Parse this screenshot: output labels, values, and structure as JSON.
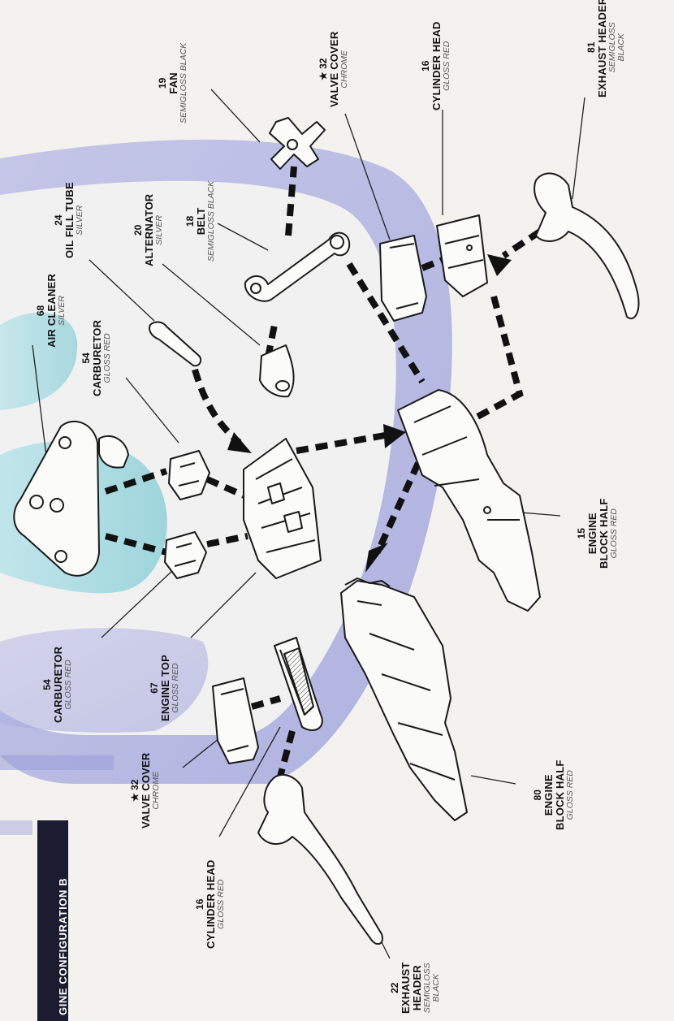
{
  "config_banner": "GINE CONFIGURATION B",
  "parts": [
    {
      "id": "p68",
      "number": "68",
      "name": "AIR CLEANER",
      "finish": "SILVER"
    },
    {
      "id": "p54a",
      "number": "54",
      "name": "CARBURETOR",
      "finish": "GLOSS RED"
    },
    {
      "id": "p24",
      "number": "24",
      "name": "OIL FILL TUBE",
      "finish": "SILVER"
    },
    {
      "id": "p20",
      "number": "20",
      "name": "ALTERNATOR",
      "finish": "SILVER"
    },
    {
      "id": "p18",
      "number": "18",
      "name": "BELT",
      "finish": "SEMIGLOSS BLACK"
    },
    {
      "id": "p19",
      "number": "19",
      "name": "FAN",
      "finish": "SEMIGLOSS BLACK"
    },
    {
      "id": "p32a",
      "number": "★ 32",
      "name": "VALVE COVER",
      "finish": "CHROME"
    },
    {
      "id": "p16a",
      "number": "16",
      "name": "CYLINDER HEAD",
      "finish": "GLOSS RED"
    },
    {
      "id": "p81",
      "number": "81",
      "name": "EXHAUST HEADER",
      "finish_lines": [
        "SEMIGLOSS",
        "BLACK"
      ]
    },
    {
      "id": "p54b",
      "number": "54",
      "name": "CARBURETOR",
      "finish": "GLOSS RED"
    },
    {
      "id": "p67",
      "number": "67",
      "name": "ENGINE TOP",
      "finish": "GLOSS RED"
    },
    {
      "id": "p32b",
      "number": "★ 32",
      "name": "VALVE COVER",
      "finish": "CHROME"
    },
    {
      "id": "p16b",
      "number": "16",
      "name": "CYLINDER HEAD",
      "finish": "GLOSS RED"
    },
    {
      "id": "p22",
      "number": "22",
      "name_lines": [
        "EXHAUST",
        "HEADER"
      ],
      "finish_lines": [
        "SEMIGLOSS",
        "BLACK"
      ]
    },
    {
      "id": "p15",
      "number": "15",
      "name_lines": [
        "ENGINE",
        "BLOCK HALF"
      ],
      "finish": "GLOSS RED"
    },
    {
      "id": "p80",
      "number": "80",
      "name_lines": [
        "ENGINE",
        "BLOCK HALF"
      ],
      "finish": "GLOSS RED"
    }
  ]
}
